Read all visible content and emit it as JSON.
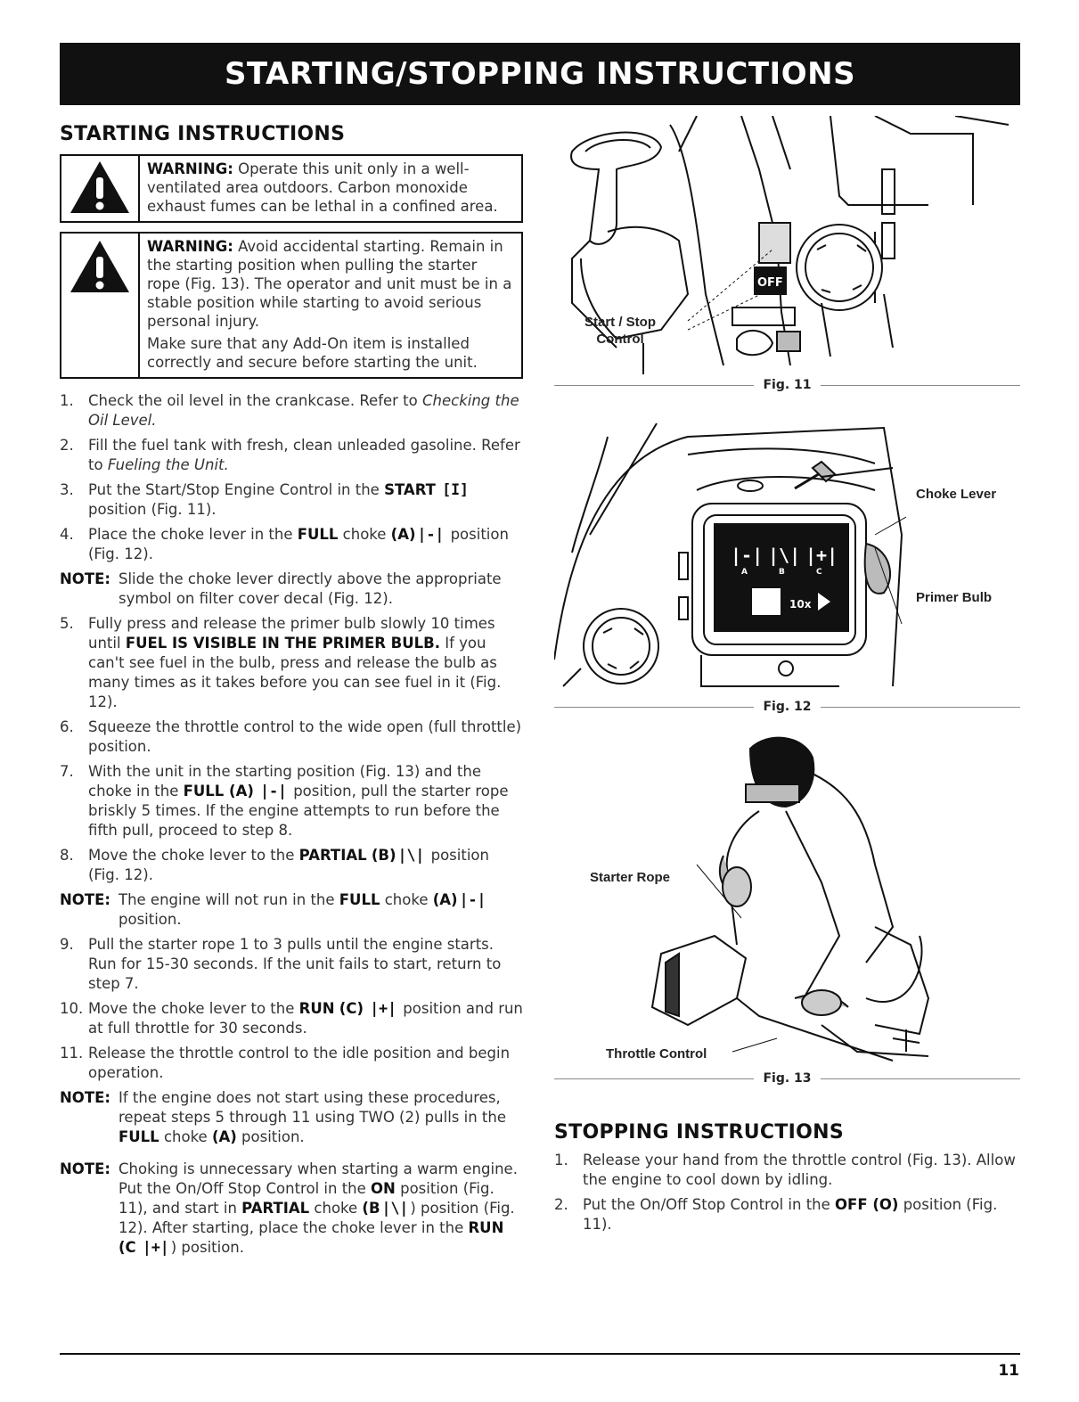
{
  "banner": "STARTING/STOPPING INSTRUCTIONS",
  "starting": {
    "heading": "STARTING INSTRUCTIONS",
    "warning1": {
      "label": "WARNING:",
      "text": " Operate this unit only in a well-ventilated area outdoors. Carbon monoxide exhaust fumes can be lethal in a confined area."
    },
    "warning2": {
      "label": "WARNING:",
      "text": " Avoid accidental starting. Remain in the starting position when pulling the starter rope (Fig. 13). The operator and unit must be in a stable position while starting to avoid serious personal injury.",
      "text2": "Make sure that any Add-On item is installed correctly and secure before starting the unit."
    },
    "steps": {
      "s1": {
        "num": "1.",
        "a": "Check the oil level in the crankcase.  Refer to ",
        "ref": "Checking the Oil Level."
      },
      "s2": {
        "num": "2.",
        "a": "Fill the fuel tank with fresh, clean unleaded gasoline. Refer to ",
        "ref": "Fueling the Unit."
      },
      "s3": {
        "num": "3.",
        "a": "Put the Start/Stop Engine Control in the ",
        "b1": "START",
        "g": "[I]",
        "c": " position (Fig. 11)."
      },
      "s4": {
        "num": "4.",
        "a": "Place the choke lever in the ",
        "b1": "FULL",
        "c1": " choke ",
        "b2": "(A)",
        "g": "|-|",
        "c2": " position (Fig. 12)."
      },
      "n1": {
        "label": "NOTE:",
        "text": "Slide the choke lever directly above the appropriate symbol on filter cover decal (Fig. 12)."
      },
      "s5": {
        "num": "5.",
        "a": "Fully press and release the primer bulb slowly 10 times until ",
        "b1": "FUEL IS VISIBLE IN THE PRIMER BULB.",
        "c": " If you can't see fuel in the bulb, press and release the bulb as many times as it takes before you can see fuel in it (Fig. 12)."
      },
      "s6": {
        "num": "6.",
        "a": "Squeeze the throttle control to the wide open (full throttle) position."
      },
      "s7": {
        "num": "7.",
        "a": "With the unit in the starting position (Fig. 13) and the choke in the ",
        "b1": "FULL (A)",
        "g": "|-|",
        "c": " position, pull the starter rope briskly 5 times. If the engine attempts to run before the fifth pull, proceed to step 8."
      },
      "s8": {
        "num": "8.",
        "a": "Move the choke lever to the ",
        "b1": "PARTIAL",
        "c1": " ",
        "b2": "(B)",
        "g": "|\\|",
        "c2": " position (Fig. 12)."
      },
      "n2": {
        "label": "NOTE:",
        "a": "The engine will not run in the ",
        "b1": "FULL",
        "c1": " choke ",
        "b2": "(A)",
        "g": "|-|",
        "c2": " position."
      },
      "s9": {
        "num": "9.",
        "a": "Pull the starter rope 1 to 3 pulls until the engine starts. Run for 15-30 seconds. If the unit fails to start, return to step 7."
      },
      "s10": {
        "num": "10.",
        "a": "Move the choke lever to the ",
        "b1": "RUN",
        "c1": " ",
        "b2": "(C)",
        "g": "|+|",
        "c2": " position and run at full throttle for 30 seconds."
      },
      "s11": {
        "num": "11.",
        "a": "Release the throttle control to the idle position and begin operation."
      },
      "n3": {
        "label": "NOTE:",
        "a": "If the engine does not start using these procedures, repeat steps 5 through 11 using TWO (2) pulls in the ",
        "b1": "FULL",
        "c1": " choke ",
        "b2": "(A)",
        "c2": " position."
      },
      "n4": {
        "label": "NOTE:",
        "a": "Choking is unnecessary when starting a warm engine. Put the On/Off Stop Control in the ",
        "b1": "ON",
        "c1": " position (Fig. 11), and start in ",
        "b2": "PARTIAL",
        "c2": " choke ",
        "b3": "(B",
        "g1": "|\\|",
        "c3": ") position (Fig. 12). After starting, place the choke lever in the ",
        "b4": "RUN",
        "c4": " ",
        "b5": "(C",
        "g2": "|+|",
        "c5": ") position."
      }
    }
  },
  "figures": {
    "fig11": {
      "caption": "Fig. 11",
      "label": "Start / Stop\nControl",
      "badge": "OFF"
    },
    "fig12": {
      "caption": "Fig. 12",
      "label1": "Choke Lever",
      "label2": "Primer Bulb",
      "decal": [
        "|-|",
        "|\\|",
        "|+|"
      ],
      "decal_letters": [
        "A",
        "B",
        "C"
      ],
      "decal_count": "10x"
    },
    "fig13": {
      "caption": "Fig. 13",
      "label1": "Starter Rope",
      "label2": "Throttle Control"
    }
  },
  "stopping": {
    "heading": "STOPPING INSTRUCTIONS",
    "s1": {
      "num": "1.",
      "a": "Release your hand from the throttle control (Fig. 13). Allow the engine to cool down by idling."
    },
    "s2": {
      "num": "2.",
      "a": "Put the On/Off Stop Control in the ",
      "b1": "OFF (O)",
      "c": " position (Fig. 11)."
    }
  },
  "page_number": "11"
}
